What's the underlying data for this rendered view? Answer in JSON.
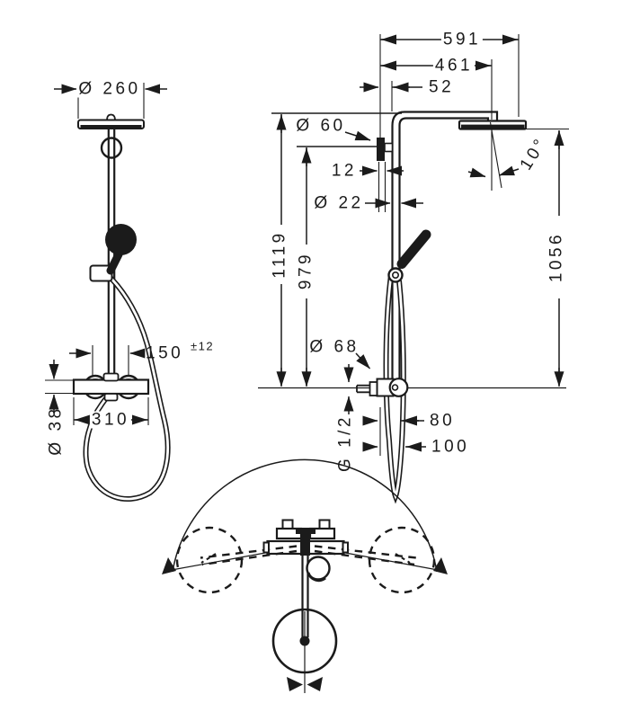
{
  "figure": {
    "type": "technical dimension drawing",
    "subject": "showerpipe system with overhead shower, hand shower and thermostat",
    "views": [
      "front view",
      "side view",
      "plan view swivel range"
    ]
  },
  "front": {
    "head_diameter": "Ø 260",
    "supply_spacing": "150",
    "supply_spacing_tolerance": "±12",
    "valve_width": "310",
    "valve_body_diameter": "Ø 38"
  },
  "side": {
    "reach_total": "591",
    "reach_to_head_center": "461",
    "wall_to_pipe": "52",
    "wall_escutcheon_diameter": "Ø 60",
    "bracket_offset": "12",
    "pipe_diameter": "Ø 22",
    "height_total": "1119",
    "height_to_bracket": "979",
    "head_to_valve_height": "1056",
    "head_tilt": "10°",
    "valve_escutcheon_diameter": "Ø 68",
    "wall_to_hose": "80",
    "wall_to_handle": "100",
    "connection_thread": "G 1/2"
  },
  "colors": {
    "line": "#1b1b1b",
    "background": "#ffffff"
  }
}
